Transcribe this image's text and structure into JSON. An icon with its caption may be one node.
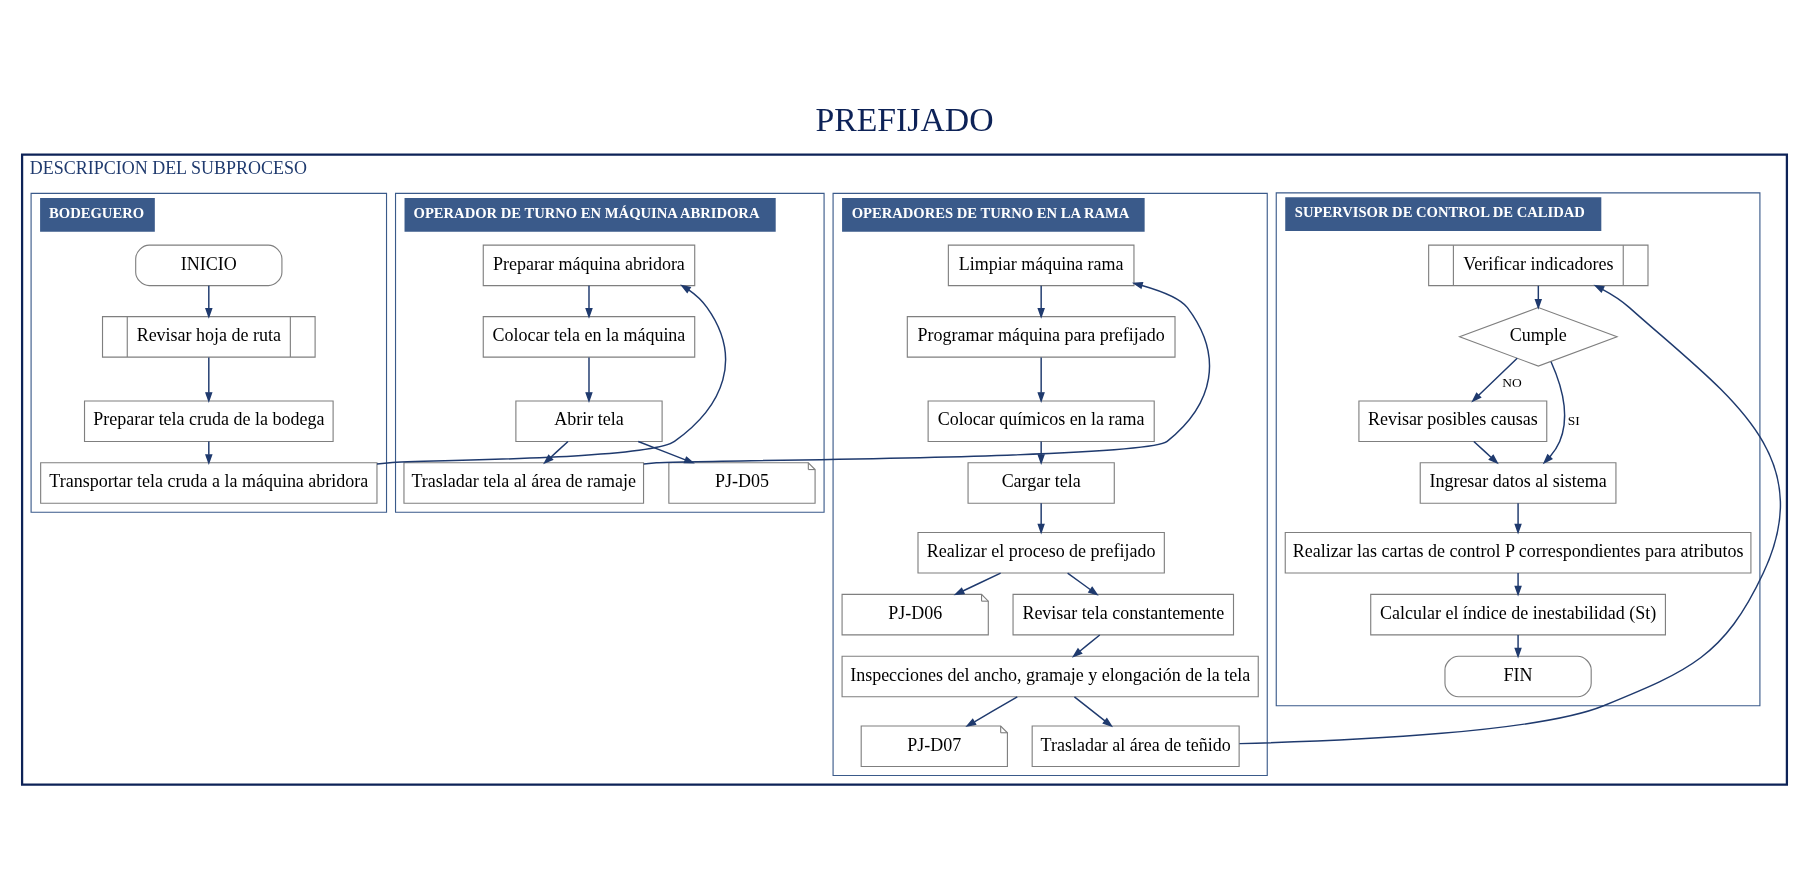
{
  "diagram": {
    "title": "PREFIJADO",
    "nodes": [
      {
        "text": [
          "DESCRIPCION DEL SUBPROCESO"
        ]
      },
      {
        "text": [
          "BODEGUERO"
        ],
        "in": 0
      },
      {
        "text": [
          "INICIO"
        ],
        "in": 1
      },
      {
        "text": [
          "Revisar hoja de ruta"
        ],
        "in": 1
      },
      {
        "text": [
          "Preparar tela cruda de la bodega"
        ],
        "in": 1
      },
      {
        "text": [
          "Transportar tela cruda a la máquina abridora"
        ],
        "in": 1
      },
      {
        "text": [
          "OPERADOR DE TURNO EN MÁQUINA ABRIDORA"
        ],
        "in": 0
      },
      {
        "text": [
          "Preparar máquina abridora"
        ],
        "in": 6
      },
      {
        "text": [
          "Colocar tela en la máquina"
        ],
        "in": 6
      },
      {
        "text": [
          "Abrir tela"
        ],
        "in": 6
      },
      {
        "text": [
          "Trasladar tela al área de ramaje"
        ],
        "in": 6
      },
      {
        "text": [
          "PJ-D05"
        ],
        "in": 6
      },
      {
        "text": [
          "OPERADORES DE TURNO EN LA RAMA"
        ],
        "in": 0
      },
      {
        "text": [
          "Limpiar máquina rama"
        ],
        "in": 12
      },
      {
        "text": [
          "Programar máquina para prefijado"
        ],
        "in": 12
      },
      {
        "text": [
          "Colocar químicos en la rama"
        ],
        "in": 12
      },
      {
        "text": [
          "Cargar tela"
        ],
        "in": 12
      },
      {
        "text": [
          "Realizar el proceso de prefijado"
        ],
        "in": 12
      },
      {
        "text": [
          "PJ-D06"
        ],
        "in": 12
      },
      {
        "text": [
          "Revisar tela constantemente"
        ],
        "in": 12
      },
      {
        "text": [
          "Inspecciones del ancho, gramaje y elongación de la tela"
        ],
        "in": 12
      },
      {
        "text": [
          "PJ-D07"
        ],
        "in": 12
      },
      {
        "text": [
          "Trasladar al área de teñido"
        ],
        "in": 12
      },
      {
        "text": [
          "SUPERVISOR DE CONTROL DE CALIDAD"
        ],
        "in": 0
      },
      {
        "text": [
          "Verificar indicadores"
        ],
        "in": 23
      },
      {
        "text": [
          "Cumple"
        ],
        "in": 23
      },
      {
        "text": [
          "Revisar posibles causas"
        ],
        "in": 23
      },
      {
        "text": [
          "Ingresar datos al sistema"
        ],
        "in": 23
      },
      {
        "text": [
          "Realizar las cartas de control P correspondientes para atributos"
        ],
        "in": 23
      },
      {
        "text": [
          "Calcular el índice de inestabilidad (St)"
        ],
        "in": 23
      },
      {
        "text": [
          "FIN"
        ],
        "in": 23
      }
    ],
    "edges": [
      {
        "from": 2,
        "to": 3,
        "arrow": "to"
      },
      {
        "from": 3,
        "to": 4,
        "arrow": "to"
      },
      {
        "from": 4,
        "to": 5,
        "arrow": "to"
      },
      {
        "from": 5,
        "to": 7,
        "arrow": "to"
      },
      {
        "from": 7,
        "to": 8,
        "arrow": "to"
      },
      {
        "from": 8,
        "to": 9,
        "arrow": "to"
      },
      {
        "from": 9,
        "to": 11,
        "arrow": "to"
      },
      {
        "from": 9,
        "to": 10,
        "arrow": "to"
      },
      {
        "from": 10,
        "to": 13,
        "arrow": "to"
      },
      {
        "from": 13,
        "to": 14,
        "arrow": "to"
      },
      {
        "from": 14,
        "to": 15,
        "arrow": "to"
      },
      {
        "from": 15,
        "to": 16,
        "arrow": "to"
      },
      {
        "from": 16,
        "to": 17,
        "arrow": "to"
      },
      {
        "from": 17,
        "to": 18,
        "arrow": "to"
      },
      {
        "from": 17,
        "to": 19,
        "arrow": "to"
      },
      {
        "from": 19,
        "to": 20,
        "arrow": "to"
      },
      {
        "from": 20,
        "to": 21,
        "arrow": "to"
      },
      {
        "from": 20,
        "to": 22,
        "arrow": "to"
      },
      {
        "from": 22,
        "to": 24,
        "arrow": "to"
      },
      {
        "from": 24,
        "to": 25,
        "arrow": "to"
      },
      {
        "from": 25,
        "to": 26,
        "arrow": "to",
        "label": "NO"
      },
      {
        "from": 25,
        "to": 27,
        "arrow": "to",
        "label": "SI"
      },
      {
        "from": 26,
        "to": 27,
        "arrow": "to"
      },
      {
        "from": 27,
        "to": 28,
        "arrow": "to"
      },
      {
        "from": 28,
        "to": 29,
        "arrow": "to"
      },
      {
        "from": 29,
        "to": 30,
        "arrow": "to"
      }
    ]
  }
}
